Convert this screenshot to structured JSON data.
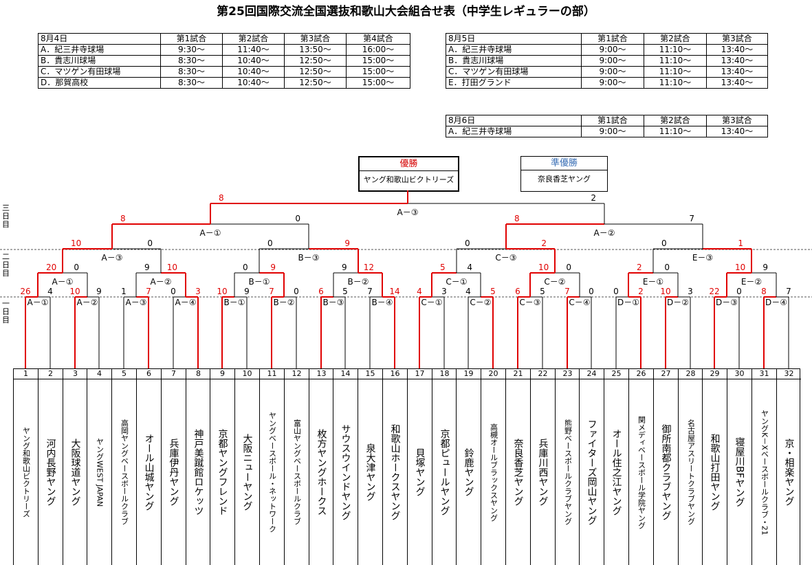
{
  "title": "第25回国際交流全国選抜和歌山大会組合せ表（中学生レギュラーの部）",
  "schedules": [
    {
      "header": [
        "8月4日",
        "第1試合",
        "第2試合",
        "第3試合",
        "第4試合"
      ],
      "rows": [
        [
          "A．紀三井寺球場",
          "9:30～",
          "11:40～",
          "13:50～",
          "16:00～"
        ],
        [
          "B．貴志川球場",
          "8:30～",
          "10:40～",
          "12:50～",
          "15:00～"
        ],
        [
          "C．マツゲン有田球場",
          "8:30～",
          "10:40～",
          "12:50～",
          "15:00～"
        ],
        [
          "D．那賀高校",
          "8:30～",
          "10:40～",
          "12:50～",
          "15:00～"
        ]
      ]
    },
    {
      "header": [
        "8月5日",
        "第1試合",
        "第2試合",
        "第3試合"
      ],
      "rows": [
        [
          "A．紀三井寺球場",
          "9:00～",
          "11:10～",
          "13:40～"
        ],
        [
          "B．貴志川球場",
          "9:00～",
          "11:10～",
          "13:40～"
        ],
        [
          "C．マツゲン有田球場",
          "9:00～",
          "11:10～",
          "13:40～"
        ],
        [
          "E．打田グランド",
          "9:00～",
          "11:10～",
          "13:40～"
        ]
      ]
    },
    {
      "header": [
        "8月6日",
        "第1試合",
        "第2試合",
        "第3試合"
      ],
      "rows": [
        [
          "A．紀三井寺球場",
          "9:00～",
          "11:10～",
          "13:40～"
        ]
      ]
    }
  ],
  "winner": {
    "label": "優勝",
    "name": "ヤング和歌山ビクトリーズ"
  },
  "runner_up": {
    "label": "準優勝",
    "name": "奈良香芝ヤング"
  },
  "round_labels": [
    "三日目",
    "二日目",
    "一日目"
  ],
  "colors": {
    "win": "#e00000",
    "line": "#000000",
    "winner_label": "#d40000",
    "runner_label": "#3a6fb5"
  },
  "teams": [
    "ヤング和歌山ビクトリーズ",
    "河内長野ヤング",
    "大阪球道ヤング",
    "ヤングWEST JAPAN",
    "高岡ヤングベースボールクラブ",
    "オール山城ヤング",
    "兵庫伊丹ヤング",
    "神戸美蹴館ロケッツ",
    "京都ヤングフレンド",
    "大阪ニューヤング",
    "ヤングベースボール・ネットワーク",
    "富山ヤングベースボールクラブ",
    "枚方ヤングホークス",
    "サウスウインドヤング",
    "泉大津ヤング",
    "和歌山ホークスヤング",
    "貝塚ヤング",
    "京都ピュールヤング",
    "鈴鹿ヤング",
    "高槻オールブラックスヤング",
    "奈良香芝ヤング",
    "兵庫川西ヤング",
    "熊野ベースボールクラブヤング",
    "ファイターズ岡山ヤング",
    "オール住之江ヤング",
    "関メディベースボール学院ヤング",
    "御所南都クラブヤング",
    "名古屋アスリートクラブヤング",
    "和歌山打田ヤング",
    "寝屋川BFヤング",
    "ヤングK－Xベースボールクラブ・21",
    "京・相楽ヤング"
  ],
  "r1": [
    {
      "label": "A－①",
      "s": [
        26,
        4
      ],
      "w": 0
    },
    {
      "label": "A－②",
      "s": [
        10,
        9
      ],
      "w": 0
    },
    {
      "label": "A－③",
      "s": [
        1,
        7
      ],
      "w": 1
    },
    {
      "label": "A－④",
      "s": [
        0,
        3
      ],
      "w": 1
    },
    {
      "label": "B－①",
      "s": [
        10,
        9
      ],
      "w": 0
    },
    {
      "label": "B－②",
      "s": [
        7,
        0
      ],
      "w": 0
    },
    {
      "label": "B－③",
      "s": [
        6,
        5
      ],
      "w": 0
    },
    {
      "label": "B－④",
      "s": [
        7,
        14
      ],
      "w": 1
    },
    {
      "label": "C－①",
      "s": [
        4,
        3
      ],
      "w": 0
    },
    {
      "label": "C－②",
      "s": [
        4,
        5
      ],
      "w": 1
    },
    {
      "label": "C－③",
      "s": [
        6,
        5
      ],
      "w": 0
    },
    {
      "label": "C－④",
      "s": [
        7,
        0
      ],
      "w": 0
    },
    {
      "label": "D－①",
      "s": [
        0,
        2
      ],
      "w": 1
    },
    {
      "label": "D－②",
      "s": [
        10,
        3
      ],
      "w": 0
    },
    {
      "label": "D－③",
      "s": [
        22,
        0
      ],
      "w": 0
    },
    {
      "label": "D－④",
      "s": [
        8,
        7
      ],
      "w": 0
    }
  ],
  "r2": [
    {
      "label": "A－①",
      "s": [
        20,
        0
      ],
      "w": 0
    },
    {
      "label": "A－②",
      "s": [
        9,
        10
      ],
      "w": 1
    },
    {
      "label": "B－①",
      "s": [
        0,
        9
      ],
      "w": 1
    },
    {
      "label": "B－②",
      "s": [
        9,
        12
      ],
      "w": 1
    },
    {
      "label": "C－①",
      "s": [
        5,
        4
      ],
      "w": 0
    },
    {
      "label": "C－②",
      "s": [
        10,
        0
      ],
      "w": 0
    },
    {
      "label": "E－①",
      "s": [
        2,
        0
      ],
      "w": 0
    },
    {
      "label": "E－②",
      "s": [
        10,
        9
      ],
      "w": 0
    }
  ],
  "r3": [
    {
      "label": "A－③",
      "s": [
        10,
        0
      ],
      "w": 0
    },
    {
      "label": "B－③",
      "s": [
        0,
        9
      ],
      "w": 1
    },
    {
      "label": "C－③",
      "s": [
        0,
        2
      ],
      "w": 1
    },
    {
      "label": "E－③",
      "s": [
        0,
        1
      ],
      "w": 1
    }
  ],
  "r4": [
    {
      "label": "A－①",
      "s": [
        8,
        0
      ],
      "w": 0
    },
    {
      "label": "A－②",
      "s": [
        8,
        7
      ],
      "w": 0
    }
  ],
  "r5": [
    {
      "label": "A－③",
      "s": [
        8,
        2
      ],
      "w": 0
    }
  ]
}
